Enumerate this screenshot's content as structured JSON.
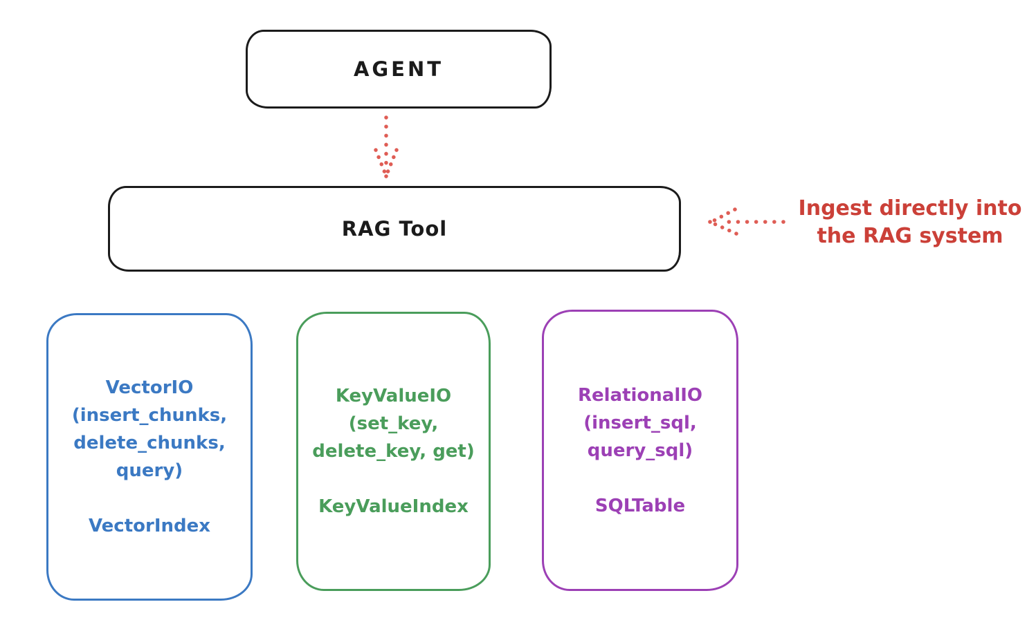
{
  "page": {
    "background": "#ffffff"
  },
  "palette": {
    "ink": "#1b1b1b",
    "red_text": "#cb4038",
    "red_arrow": "#df5d55",
    "blue": "#3b79c3",
    "green": "#4a9d5b",
    "purple": "#9c40b5"
  },
  "agent_box": {
    "label": "AGENT"
  },
  "rag_tool_box": {
    "label": "RAG Tool"
  },
  "ingest_note": {
    "line1": "Ingest directly into",
    "line2": "the RAG system"
  },
  "backends": [
    {
      "title": "VectorIO",
      "method_lines": [
        "(insert_chunks,",
        "delete_chunks,",
        "query)"
      ],
      "index_class": "VectorIndex",
      "color": "#3b79c3"
    },
    {
      "title": "KeyValueIO",
      "method_lines": [
        "(set_key,",
        "delete_key, get)"
      ],
      "index_class": "KeyValueIndex",
      "color": "#4a9d5b"
    },
    {
      "title": "RelationalIO",
      "method_lines": [
        "(insert_sql,",
        "query_sql)"
      ],
      "index_class": "SQLTable",
      "color": "#9c40b5"
    }
  ],
  "arrows": {
    "agent_to_rag": {
      "style": "dotted",
      "direction": "down",
      "color": "#df5d55"
    },
    "ingest_to_rag": {
      "style": "dotted",
      "direction": "left",
      "color": "#df5d55"
    }
  }
}
